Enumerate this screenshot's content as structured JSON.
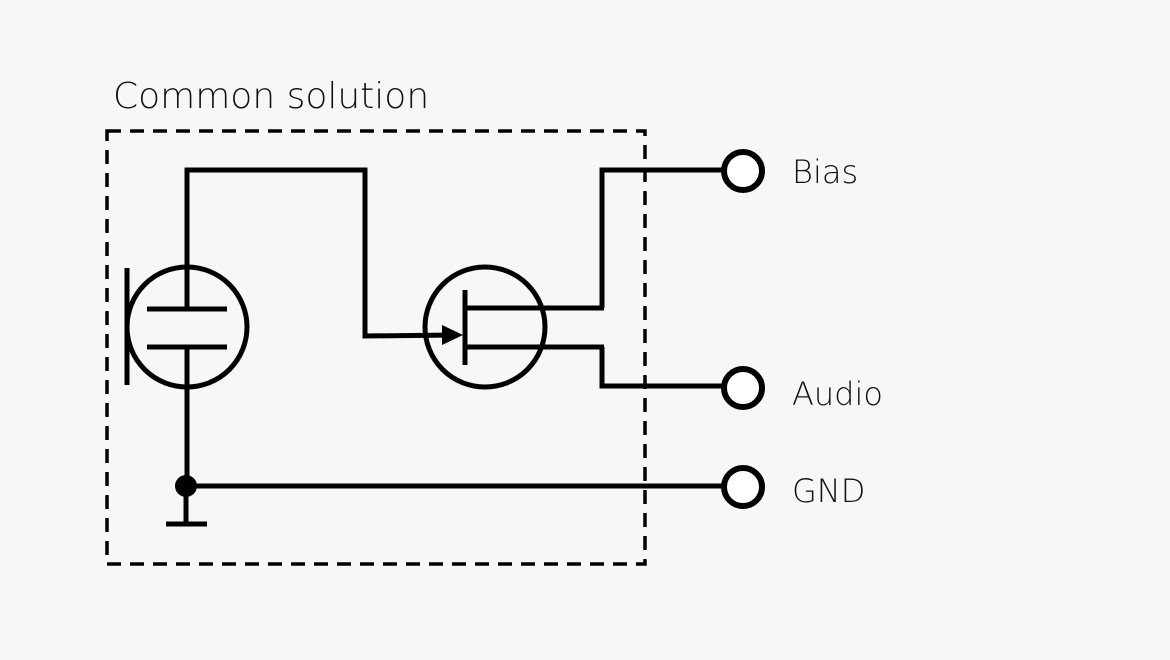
{
  "diagram": {
    "title": "Common solution",
    "terminals": {
      "bias": "Bias",
      "audio": "Audio",
      "gnd": "GND"
    }
  },
  "colors": {
    "background": "#f7f7f7",
    "line": "#000000",
    "text": "#111111"
  }
}
